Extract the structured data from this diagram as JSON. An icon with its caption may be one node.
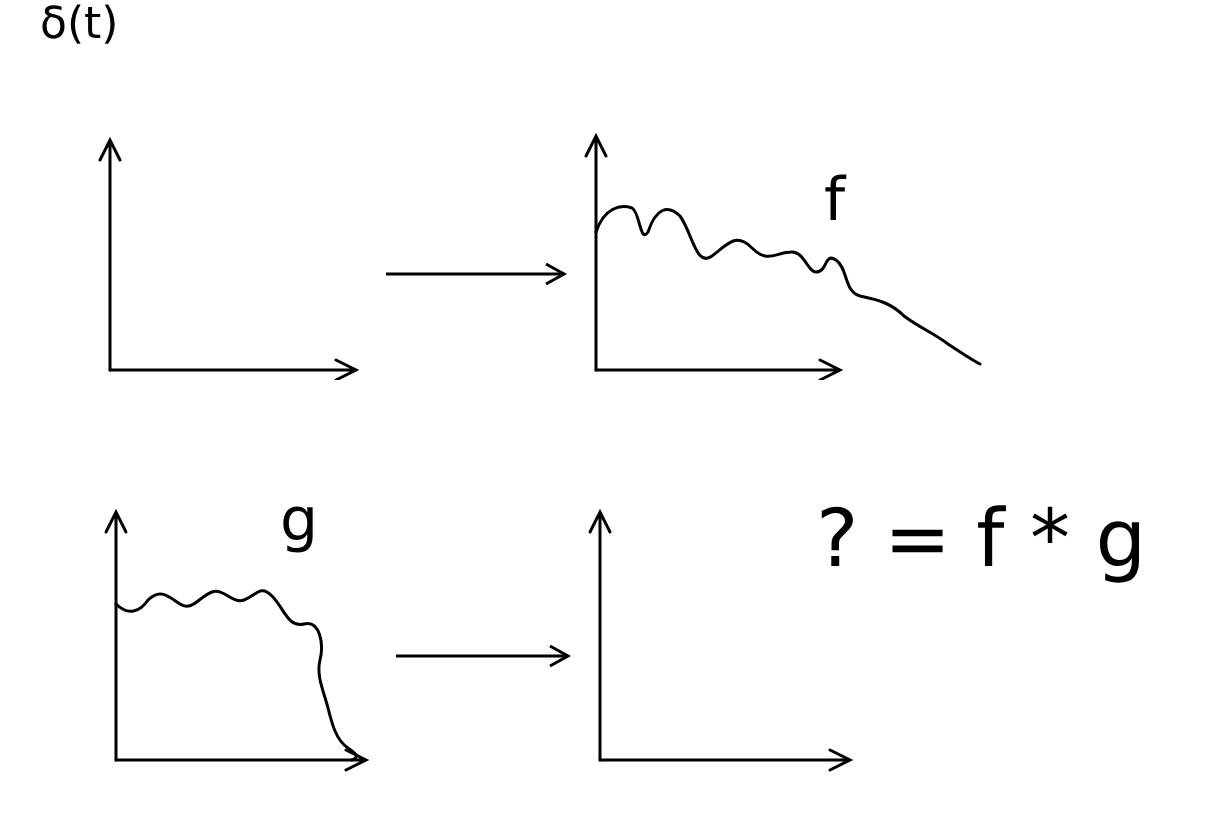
{
  "diagram": {
    "nodes": [
      {
        "text": [],
        "shape": "chart",
        "beside": [
          "δ(t)"
        ]
      },
      {
        "text": [
          "f"
        ]
      },
      {
        "text": [
          "g"
        ]
      },
      {
        "text": [],
        "shape": "chart"
      }
    ],
    "edges": [
      {
        "from": 0,
        "to": 1,
        "arrow": "to"
      },
      {
        "from": 2,
        "to": 3,
        "arrow": "to"
      }
    ],
    "labels": [
      "? = f * g"
    ]
  }
}
